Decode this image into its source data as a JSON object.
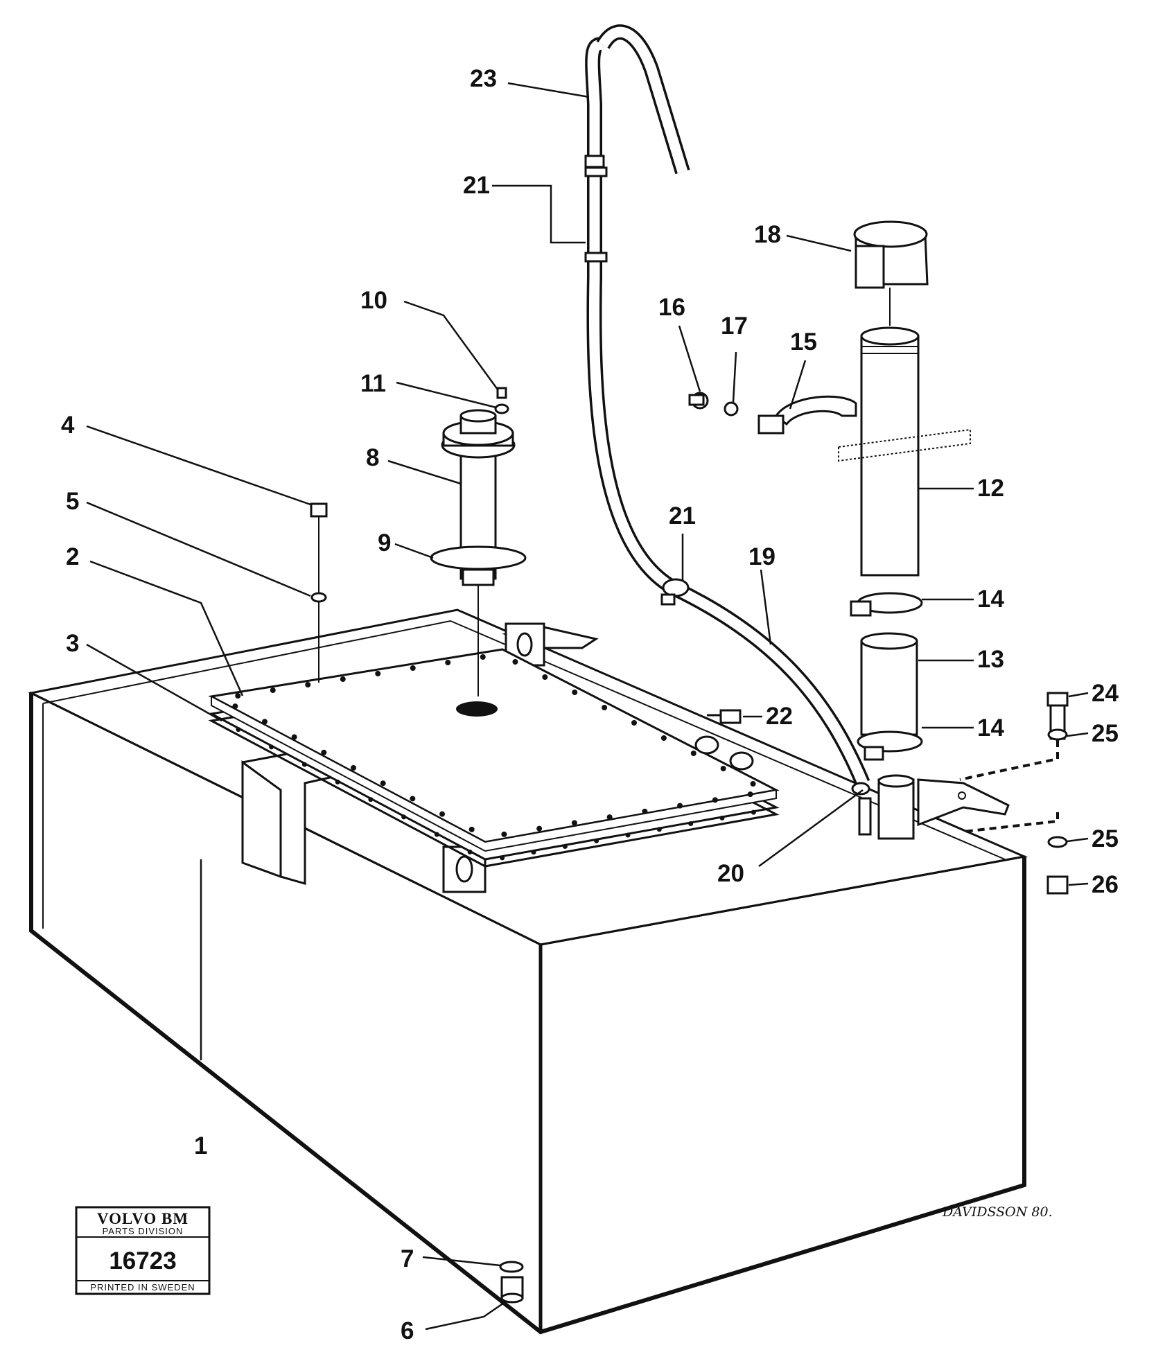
{
  "diagram": {
    "signature": "DAVIDSSON 80.",
    "stamp": {
      "brand": "VOLVO BM",
      "division": "PARTS DIVISION",
      "number": "16723",
      "footer": "PRINTED IN SWEDEN"
    },
    "callouts": [
      "1",
      "2",
      "3",
      "4",
      "5",
      "6",
      "7",
      "8",
      "9",
      "10",
      "11",
      "12",
      "13",
      "14",
      "14",
      "15",
      "16",
      "17",
      "18",
      "19",
      "20",
      "21",
      "21",
      "22",
      "23",
      "24",
      "25",
      "25",
      "26"
    ]
  }
}
